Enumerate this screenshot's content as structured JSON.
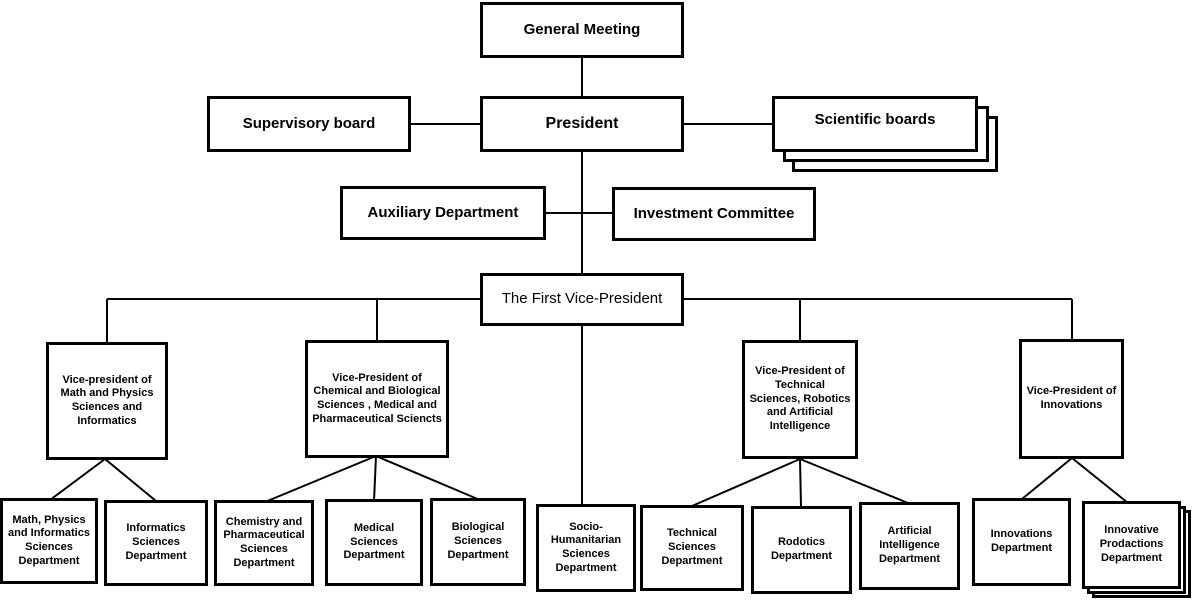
{
  "org_chart": {
    "general_meeting": "General Meeting",
    "president": "President",
    "supervisory_board": "Supervisory  board",
    "scientific_boards": "Scientific boards",
    "auxiliary_department": "Auxiliary  Department",
    "investment_committee": "Investment Committee",
    "first_vice_president": "The First Vice-President",
    "vp_math": "Vice-president of Math and Physics Sciences and Informatics",
    "vp_chem": "Vice-President  of Chemical and Biological Sciences , Medical and Pharmaceutical Scienсts",
    "vp_tech": "Vice-President of Technical Sciences, Robotics and Artificial Intelligence",
    "vp_innov": "Vice-President of Innovations",
    "dept_math": "Math, Physics and Informatics Sciences Department",
    "dept_informatics": "Informatics Sciences Department",
    "dept_chemistry": "Chemistry and Pharmaceutical Sciences Department",
    "dept_medical": "Medical Sciences Department",
    "dept_biological": "Biological Sciences Department",
    "dept_socio": "Socio-Humanitarian Sciences Department",
    "dept_technical": "Technical Sciences Department",
    "dept_robotics": "Rodotics Department",
    "dept_ai": "Artificial Intelligence Department",
    "dept_innovations": "Innovations Department",
    "dept_innovative_productions": "Innovative Prodactions Department"
  }
}
